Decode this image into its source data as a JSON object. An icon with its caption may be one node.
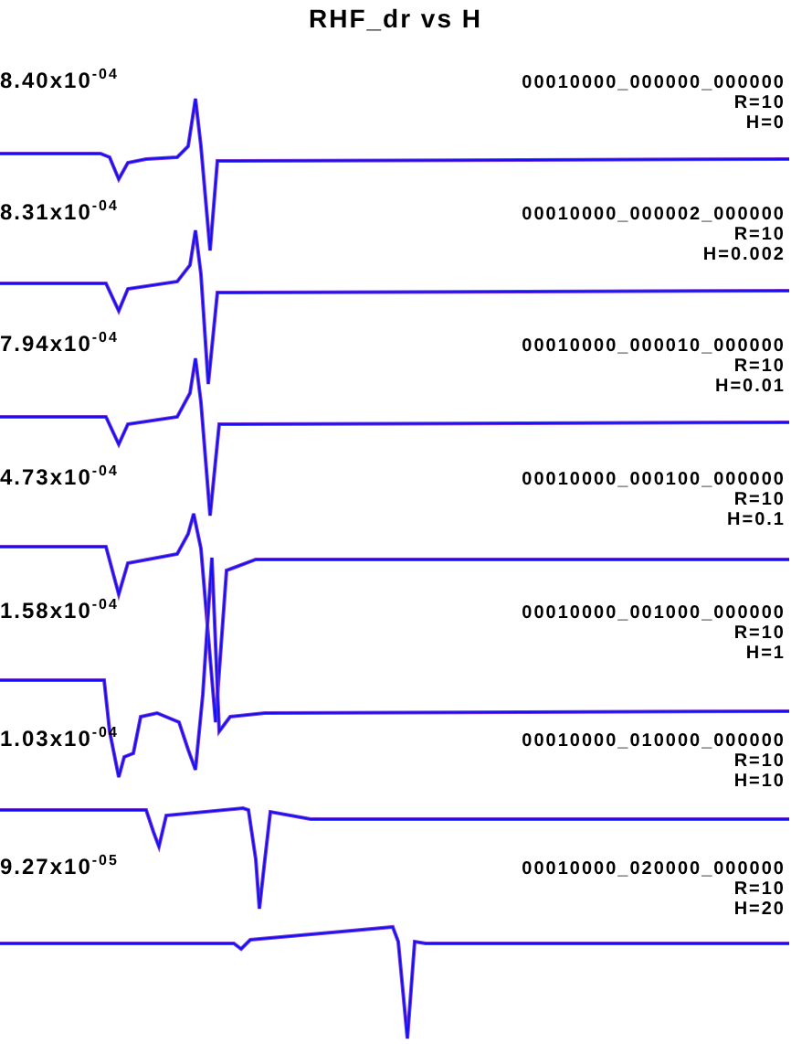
{
  "diagram": {
    "title": "RHF_dr vs H",
    "labels": [
      "8.40x10$^{-04}$",
      "00010000_000000_000000",
      "R=10",
      "H=0",
      "8.31x10$^{-04}$",
      "00010000_000002_000000",
      "R=10",
      "H=0.002",
      "7.94x10$^{-04}$",
      "00010000_000010_000000",
      "R=10",
      "H=0.01",
      "4.73x10$^{-04}$",
      "00010000_000100_000000",
      "R=10",
      "H=0.1",
      "1.58x10$^{-04}$",
      "00010000_001000_000000",
      "R=10",
      "H=1",
      "1.03x10$^{-04}$",
      "00010000_010000_000000",
      "R=10",
      "H=10",
      "9.27x10$^{-05}$",
      "00010000_020000_000000",
      "R=10",
      "H=20"
    ]
  }
}
